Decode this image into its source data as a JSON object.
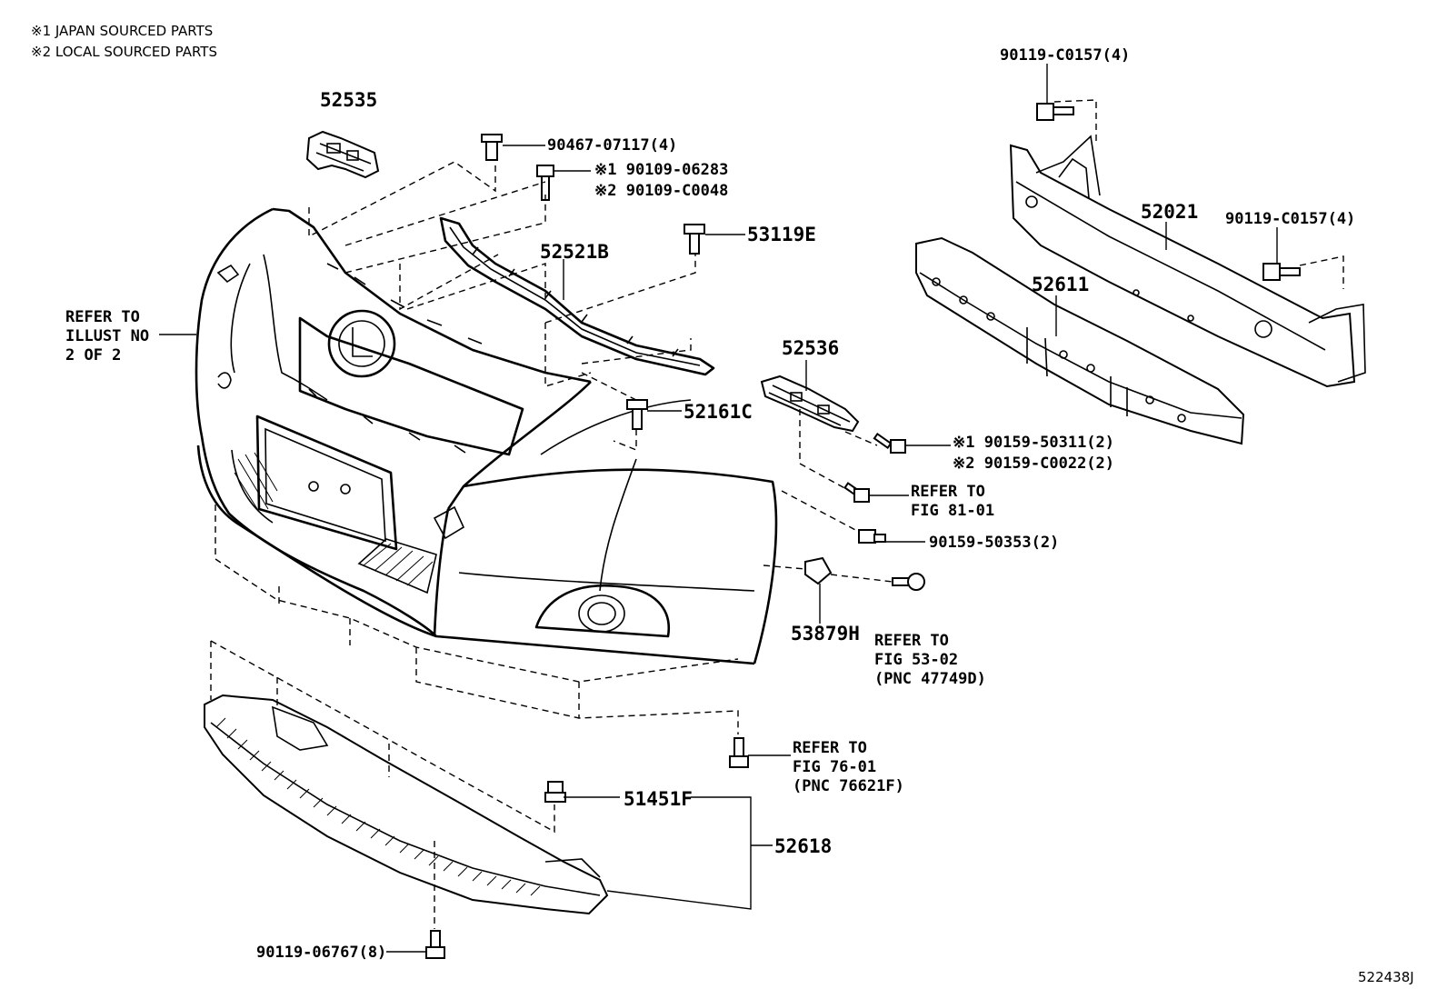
{
  "notes": {
    "japan": "※1 JAPAN SOURCED PARTS",
    "local": "※2 LOCAL SOURCED PARTS"
  },
  "callouts": {
    "p52535": "52535",
    "p90467": "90467-07117(4)",
    "p90109a": "※1 90109-06283",
    "p90109b": "※2 90109-C0048",
    "p53119e": "53119E",
    "p52521b": "52521B",
    "p52161c": "52161C",
    "p52536": "52536",
    "p90159a": "※1 90159-50311(2)",
    "p90159b": "※2 90159-C0022(2)",
    "p90159c": "90159-50353(2)",
    "p53879h": "53879H",
    "p51451f": "51451F",
    "p52618": "52618",
    "p90119_06767": "90119-06767(8)",
    "p90119_top": "90119-C0157(4)",
    "p90119_right": "90119-C0157(4)",
    "p52021": "52021",
    "p52611": "52611"
  },
  "refers": {
    "illust": [
      "REFER TO",
      "ILLUST NO",
      "2 OF 2"
    ],
    "fig8101": [
      "REFER TO",
      "FIG 81-01"
    ],
    "fig5302": [
      "REFER TO",
      "FIG 53-02",
      "(PNC 47749D)"
    ],
    "fig7601": [
      "REFER TO",
      "FIG 76-01",
      "(PNC 76621F)"
    ]
  },
  "diagram_id": "522438J"
}
